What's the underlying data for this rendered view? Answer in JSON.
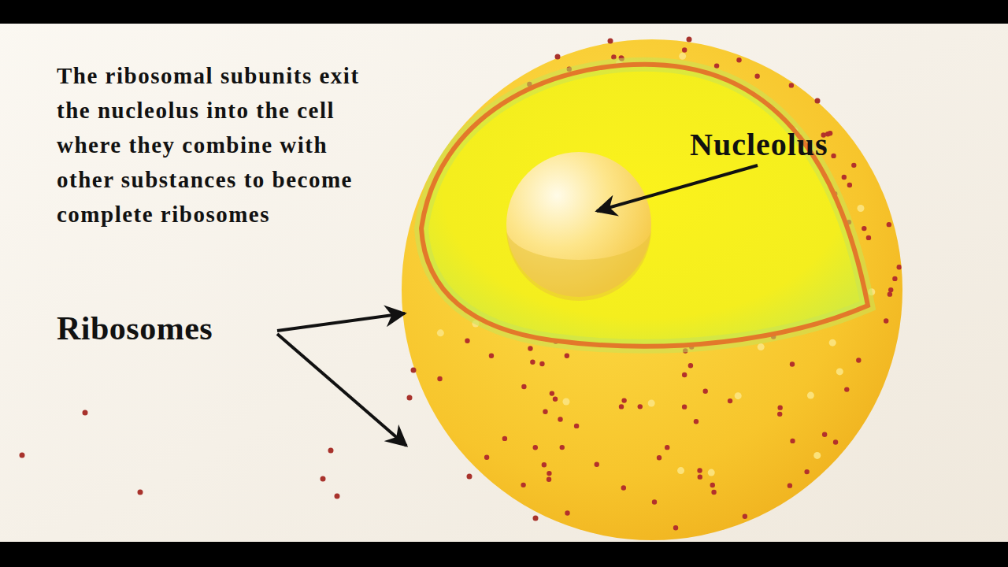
{
  "diagram": {
    "labels": [
      "The ribosomal subunits exit the nucleolus into the cell where they combine with other substances to become complete ribosomes",
      "Nucleolus",
      "Ribosomes"
    ]
  }
}
